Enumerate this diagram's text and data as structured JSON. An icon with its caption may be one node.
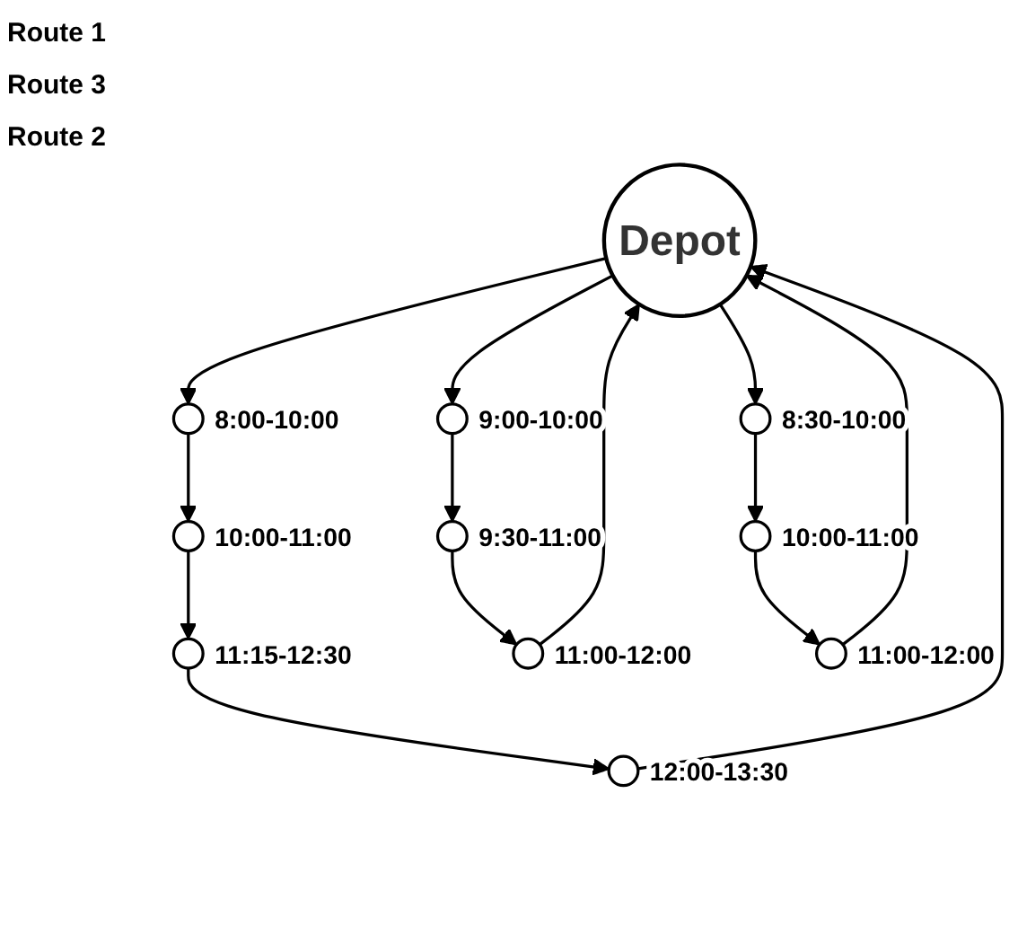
{
  "diagram": {
    "nodes": [
      {
        "text": [
          "Depot"
        ]
      },
      {
        "text": [],
        "shape": "circle",
        "beside": [
          "8:00-10:00"
        ]
      },
      {
        "text": [],
        "shape": "circle",
        "beside": [
          "10:00-11:00"
        ]
      },
      {
        "text": [],
        "shape": "circle",
        "beside": [
          "11:15-12:30"
        ]
      },
      {
        "text": [],
        "shape": "circle",
        "beside": [
          "12:00-13:30"
        ]
      },
      {
        "text": [],
        "shape": "circle",
        "beside": [
          "9:00-10:00"
        ]
      },
      {
        "text": [],
        "shape": "circle",
        "beside": [
          "9:30-11:00"
        ]
      },
      {
        "text": [],
        "shape": "circle",
        "beside": [
          "11:00-12:00"
        ]
      },
      {
        "text": [],
        "shape": "circle",
        "beside": [
          "8:30-10:00"
        ]
      },
      {
        "text": [],
        "shape": "circle",
        "beside": [
          "10:00-11:00"
        ]
      },
      {
        "text": [],
        "shape": "circle",
        "beside": [
          "11:00-12:00"
        ]
      }
    ],
    "edges": [
      {
        "from": 0,
        "to": 1,
        "arrow": "to"
      },
      {
        "from": 1,
        "to": 2,
        "arrow": "to"
      },
      {
        "from": 2,
        "to": 3,
        "arrow": "to"
      },
      {
        "from": 3,
        "to": 4,
        "arrow": "to"
      },
      {
        "from": 4,
        "to": 0,
        "arrow": "to"
      },
      {
        "from": 0,
        "to": 5,
        "arrow": "to"
      },
      {
        "from": 5,
        "to": 6,
        "arrow": "to"
      },
      {
        "from": 6,
        "to": 7,
        "arrow": "to"
      },
      {
        "from": 7,
        "to": 0,
        "arrow": "to"
      },
      {
        "from": 0,
        "to": 8,
        "arrow": "to"
      },
      {
        "from": 8,
        "to": 9,
        "arrow": "to"
      },
      {
        "from": 9,
        "to": 10,
        "arrow": "to"
      },
      {
        "from": 10,
        "to": 0,
        "arrow": "to"
      }
    ],
    "labels": [
      "Route 1",
      "Route 3",
      "Route 2"
    ]
  }
}
